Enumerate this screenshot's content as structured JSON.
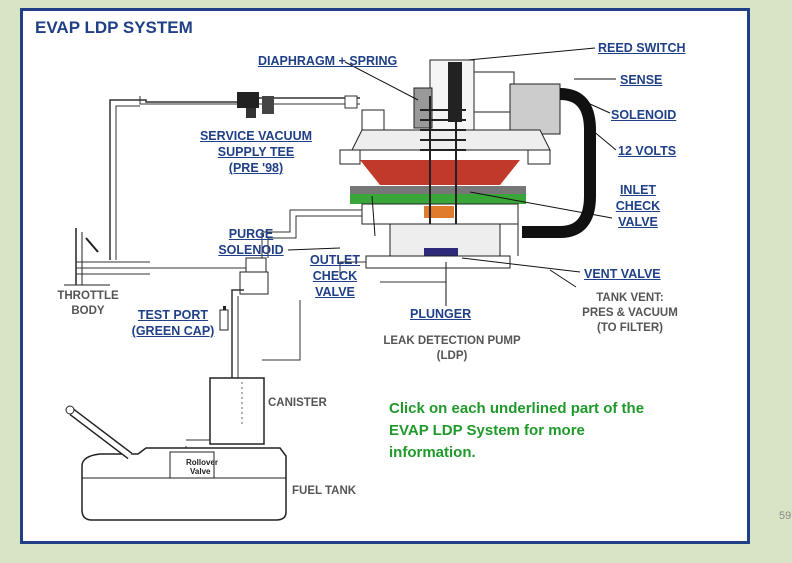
{
  "title": "EVAP LDP SYSTEM",
  "labels": {
    "reed_switch": "REED SWITCH",
    "diaphragm_spring": "DIAPHRAGM + SPRING",
    "sense": "SENSE",
    "solenoid": "SOLENOID",
    "twelve_volts": "12 VOLTS",
    "service_tee_1": "SERVICE VACUUM",
    "service_tee_2": "SUPPLY TEE",
    "service_tee_3": "(PRE '98)",
    "inlet_check_1": "INLET",
    "inlet_check_2": "CHECK",
    "inlet_check_3": "VALVE",
    "purge_1": "PURGE",
    "purge_2": "SOLENOID",
    "outlet_1": "OUTLET",
    "outlet_2": "CHECK",
    "outlet_3": "VALVE",
    "vent_valve": "VENT VALVE",
    "plunger": "PLUNGER",
    "test_port_1": "TEST PORT",
    "test_port_2": "(GREEN CAP)"
  },
  "static_labels": {
    "throttle_1": "THROTTLE",
    "throttle_2": "BODY",
    "tank_vent_1": "TANK VENT:",
    "tank_vent_2": "PRES & VACUUM",
    "tank_vent_3": "(TO FILTER)",
    "ldp_1": "LEAK DETECTION PUMP",
    "ldp_2": "(LDP)",
    "canister": "CANISTER",
    "fuel_tank": "FUEL TANK",
    "rollover_1": "Rollover",
    "rollover_2": "Valve"
  },
  "instructions": {
    "line1": "Click on each underlined part of the",
    "line2": "EVAP LDP System for more",
    "line3": "information."
  },
  "page_number": "59",
  "colors": {
    "border": "#1f3f87",
    "label": "#1f3f87",
    "instruction": "#1f9a2a",
    "diaphragm_red": "#c0392b",
    "diaphragm_green": "#3aa63a",
    "background": "#d9e4c4"
  }
}
